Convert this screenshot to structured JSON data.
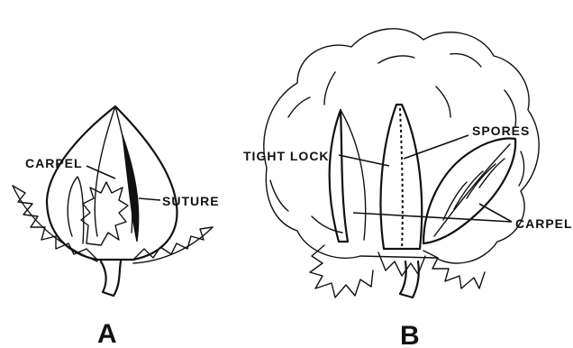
{
  "labels": {
    "a_carpel": "CARPEL",
    "a_suture": "SUTURE",
    "panel_a": "A",
    "b_tight_lock": "TIGHT LOCK",
    "b_spores": "SPORES",
    "b_carpel": "CARPEL",
    "panel_b": "B"
  },
  "colors": {
    "ink": "#111111",
    "background": "#ffffff"
  }
}
